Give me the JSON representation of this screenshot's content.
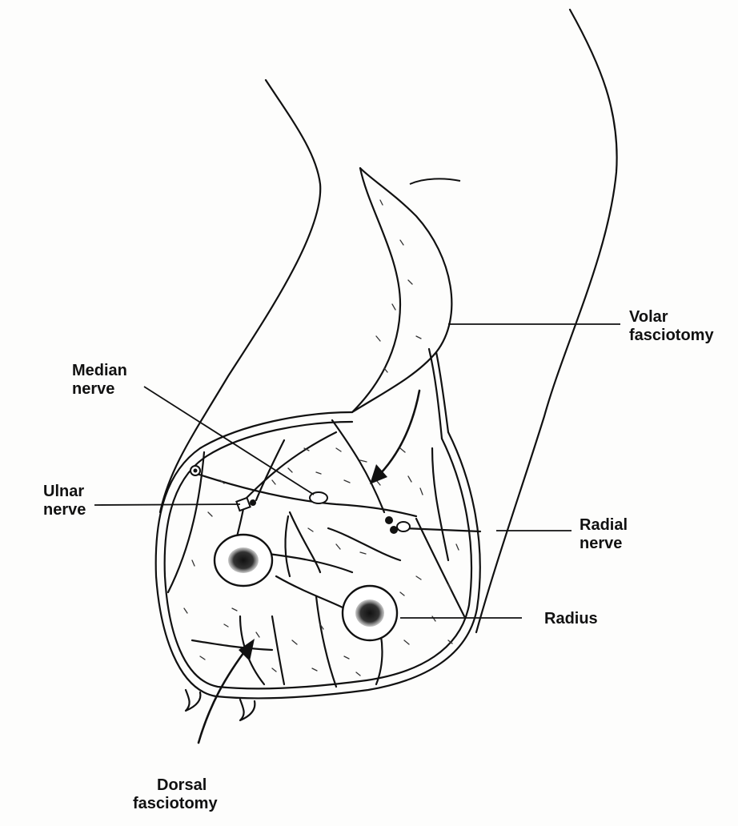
{
  "labels": {
    "volar_fasciotomy": [
      "Volar",
      "fasciotomy"
    ],
    "median_nerve": [
      "Median",
      "nerve"
    ],
    "ulnar_nerve": [
      "Ulnar",
      "nerve"
    ],
    "radial_nerve": [
      "Radial",
      "nerve"
    ],
    "radius": [
      "Radius"
    ],
    "dorsal_fasciotomy": [
      "Dorsal",
      "fasciotomy"
    ]
  },
  "colors": {
    "ink": "#111111",
    "background": "#fdfdfc"
  }
}
